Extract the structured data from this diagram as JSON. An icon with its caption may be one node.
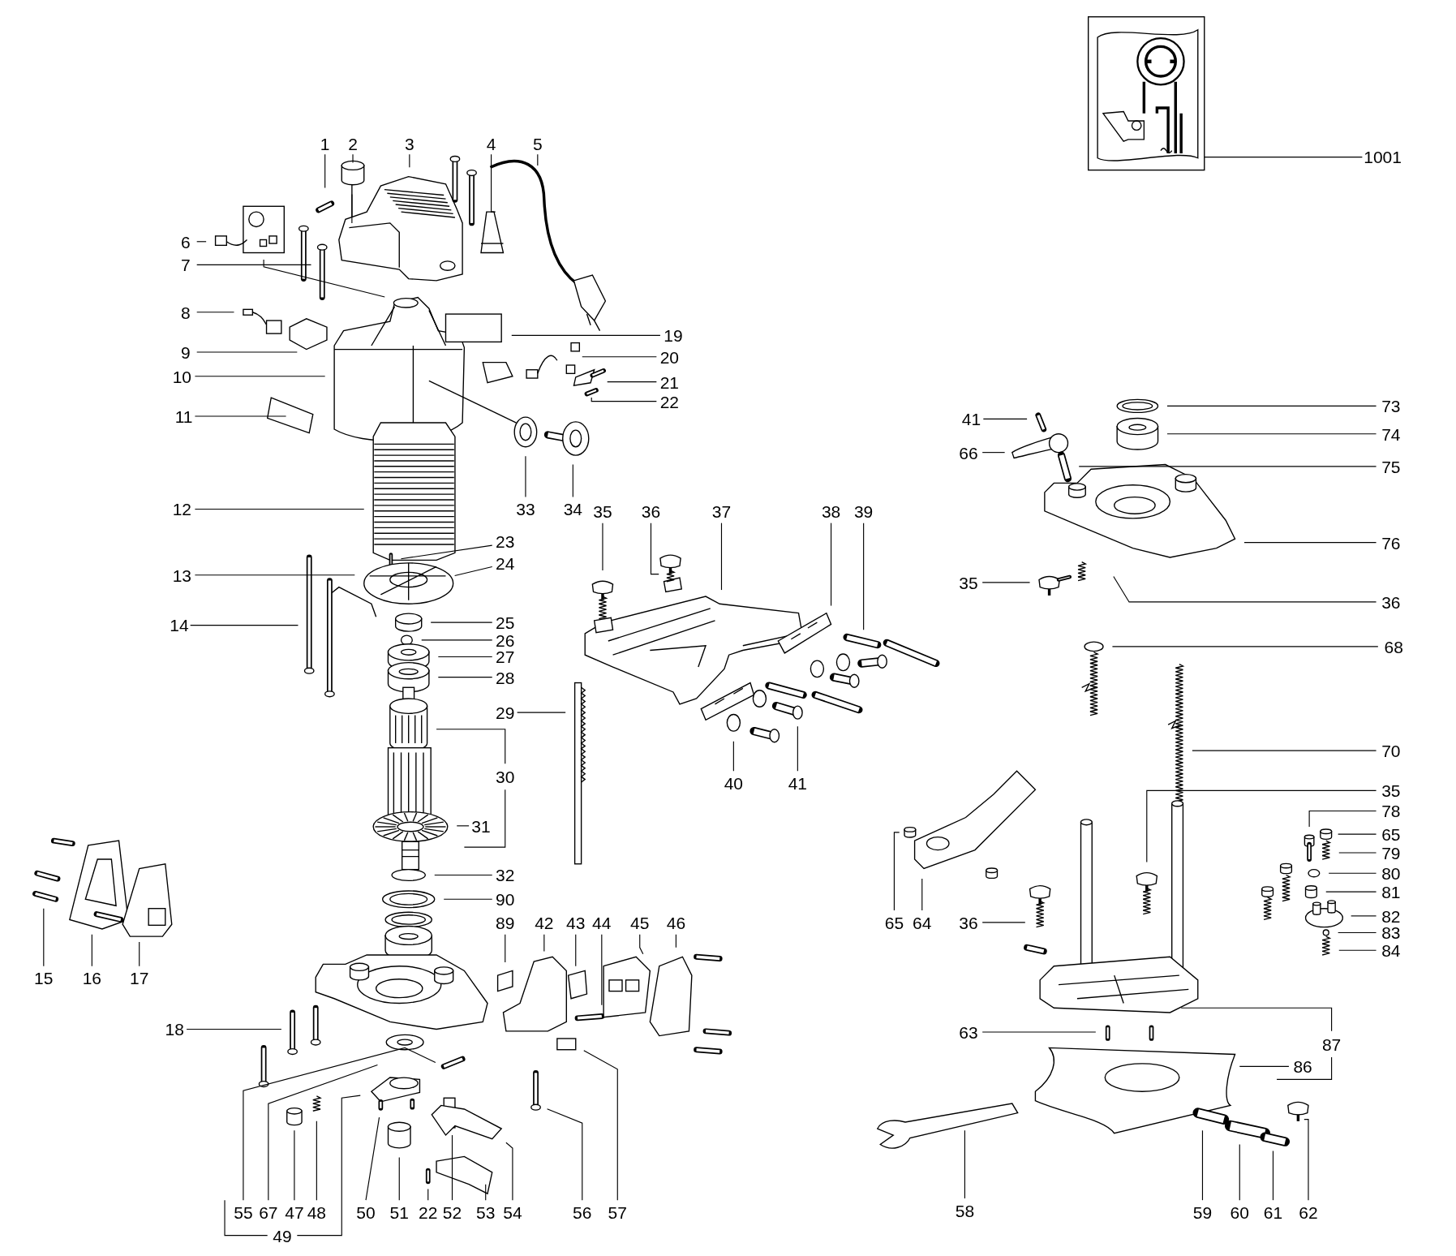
{
  "diagram": {
    "nodes": [
      {
        "text": [
          "1"
        ]
      },
      {
        "text": [
          "2"
        ]
      },
      {
        "text": [
          "3"
        ]
      },
      {
        "text": [
          "4"
        ]
      },
      {
        "text": [
          "5"
        ]
      },
      {
        "text": [
          "1001"
        ]
      },
      {
        "text": [
          "6"
        ]
      },
      {
        "text": [
          "7"
        ]
      },
      {
        "text": [
          "8"
        ]
      },
      {
        "text": [
          "9"
        ]
      },
      {
        "text": [
          "10"
        ]
      },
      {
        "text": [
          "11"
        ]
      },
      {
        "text": [
          "19"
        ]
      },
      {
        "text": [
          "20"
        ]
      },
      {
        "text": [
          "21"
        ]
      },
      {
        "text": [
          "22"
        ]
      },
      {
        "text": [
          "41"
        ]
      },
      {
        "text": [
          "73"
        ]
      },
      {
        "text": [
          "66"
        ]
      },
      {
        "text": [
          "74"
        ]
      },
      {
        "text": [
          "75"
        ]
      },
      {
        "text": [
          "12"
        ]
      },
      {
        "text": [
          "33"
        ]
      },
      {
        "text": [
          "34"
        ]
      },
      {
        "text": [
          "35"
        ]
      },
      {
        "text": [
          "36"
        ]
      },
      {
        "text": [
          "37"
        ]
      },
      {
        "text": [
          "38"
        ]
      },
      {
        "text": [
          "39"
        ]
      },
      {
        "text": [
          "76"
        ]
      },
      {
        "text": [
          "23"
        ]
      },
      {
        "text": [
          "24"
        ]
      },
      {
        "text": [
          "13"
        ]
      },
      {
        "text": [
          "35"
        ]
      },
      {
        "text": [
          "36"
        ]
      },
      {
        "text": [
          "14"
        ]
      },
      {
        "text": [
          "25"
        ]
      },
      {
        "text": [
          "26"
        ]
      },
      {
        "text": [
          "27"
        ]
      },
      {
        "text": [
          "28"
        ]
      },
      {
        "text": [
          "68"
        ]
      },
      {
        "text": [
          "29"
        ]
      },
      {
        "text": [
          "30"
        ]
      },
      {
        "text": [
          "70"
        ]
      },
      {
        "text": [
          "40"
        ]
      },
      {
        "text": [
          "41"
        ]
      },
      {
        "text": [
          "35"
        ]
      },
      {
        "text": [
          "78"
        ]
      },
      {
        "text": [
          "31"
        ]
      },
      {
        "text": [
          "65"
        ]
      },
      {
        "text": [
          "79"
        ]
      },
      {
        "text": [
          "80"
        ]
      },
      {
        "text": [
          "81"
        ]
      },
      {
        "text": [
          "82"
        ]
      },
      {
        "text": [
          "83"
        ]
      },
      {
        "text": [
          "84"
        ]
      },
      {
        "text": [
          "32"
        ]
      },
      {
        "text": [
          "90"
        ]
      },
      {
        "text": [
          "89"
        ]
      },
      {
        "text": [
          "42"
        ]
      },
      {
        "text": [
          "43"
        ]
      },
      {
        "text": [
          "44"
        ]
      },
      {
        "text": [
          "45"
        ]
      },
      {
        "text": [
          "46"
        ]
      },
      {
        "text": [
          "65"
        ]
      },
      {
        "text": [
          "64"
        ]
      },
      {
        "text": [
          "36"
        ]
      },
      {
        "text": [
          "15"
        ]
      },
      {
        "text": [
          "16"
        ]
      },
      {
        "text": [
          "17"
        ]
      },
      {
        "text": [
          "18"
        ]
      },
      {
        "text": [
          "63"
        ]
      },
      {
        "text": [
          "87"
        ]
      },
      {
        "text": [
          "86"
        ]
      },
      {
        "text": [
          "55"
        ]
      },
      {
        "text": [
          "67"
        ]
      },
      {
        "text": [
          "47"
        ]
      },
      {
        "text": [
          "48"
        ]
      },
      {
        "text": [
          "50"
        ]
      },
      {
        "text": [
          "51"
        ]
      },
      {
        "text": [
          "22"
        ]
      },
      {
        "text": [
          "52"
        ]
      },
      {
        "text": [
          "53"
        ]
      },
      {
        "text": [
          "54"
        ]
      },
      {
        "text": [
          "56"
        ]
      },
      {
        "text": [
          "57"
        ]
      },
      {
        "text": [
          "58"
        ]
      },
      {
        "text": [
          "59"
        ]
      },
      {
        "text": [
          "60"
        ]
      },
      {
        "text": [
          "61"
        ]
      },
      {
        "text": [
          "62"
        ]
      },
      {
        "text": [
          "49"
        ]
      },
      {
        "text": [],
        "shape": "picture"
      }
    ],
    "edges": [
      {
        "from": 0,
        "to": null,
        "arrow": "none"
      },
      {
        "from": 1,
        "to": null,
        "arrow": "none"
      },
      {
        "from": 2,
        "to": null,
        "arrow": "none"
      },
      {
        "from": 3,
        "to": null,
        "arrow": "none"
      },
      {
        "from": 4,
        "to": null,
        "arrow": "none"
      },
      {
        "from": 5,
        "to": 92,
        "arrow": "none"
      },
      {
        "from": 6,
        "to": null,
        "arrow": "none"
      },
      {
        "from": 7,
        "to": null,
        "arrow": "none"
      },
      {
        "from": 8,
        "to": null,
        "arrow": "none"
      },
      {
        "from": 9,
        "to": null,
        "arrow": "none"
      },
      {
        "from": 10,
        "to": null,
        "arrow": "none"
      },
      {
        "from": 11,
        "to": null,
        "arrow": "none"
      },
      {
        "from": 12,
        "to": null,
        "arrow": "none"
      },
      {
        "from": 13,
        "to": null,
        "arrow": "none"
      },
      {
        "from": 14,
        "to": null,
        "arrow": "none"
      },
      {
        "from": 15,
        "to": null,
        "arrow": "none"
      },
      {
        "from": 16,
        "to": null,
        "arrow": "none"
      },
      {
        "from": 17,
        "to": null,
        "arrow": "none"
      },
      {
        "from": 18,
        "to": null,
        "arrow": "none"
      },
      {
        "from": 19,
        "to": null,
        "arrow": "none"
      },
      {
        "from": 20,
        "to": null,
        "arrow": "none"
      },
      {
        "from": 21,
        "to": null,
        "arrow": "none"
      },
      {
        "from": 22,
        "to": null,
        "arrow": "none"
      },
      {
        "from": 23,
        "to": null,
        "arrow": "none"
      },
      {
        "from": 24,
        "to": null,
        "arrow": "none"
      },
      {
        "from": 25,
        "to": null,
        "arrow": "none"
      },
      {
        "from": 26,
        "to": null,
        "arrow": "none"
      },
      {
        "from": 27,
        "to": null,
        "arrow": "none"
      },
      {
        "from": 28,
        "to": null,
        "arrow": "none"
      },
      {
        "from": 29,
        "to": null,
        "arrow": "none"
      },
      {
        "from": 30,
        "to": null,
        "arrow": "none"
      },
      {
        "from": 31,
        "to": null,
        "arrow": "none"
      },
      {
        "from": 32,
        "to": null,
        "arrow": "none"
      },
      {
        "from": 33,
        "to": null,
        "arrow": "none"
      },
      {
        "from": 34,
        "to": null,
        "arrow": "none"
      },
      {
        "from": 35,
        "to": null,
        "arrow": "none"
      },
      {
        "from": 36,
        "to": null,
        "arrow": "none"
      },
      {
        "from": 37,
        "to": null,
        "arrow": "none"
      },
      {
        "from": 38,
        "to": null,
        "arrow": "none"
      },
      {
        "from": 39,
        "to": null,
        "arrow": "none"
      },
      {
        "from": 40,
        "to": null,
        "arrow": "none"
      },
      {
        "from": 41,
        "to": null,
        "arrow": "none"
      },
      {
        "from": 42,
        "to": null,
        "arrow": "none"
      },
      {
        "from": 43,
        "to": null,
        "arrow": "none"
      },
      {
        "from": 44,
        "to": null,
        "arrow": "none"
      },
      {
        "from": 45,
        "to": null,
        "arrow": "none"
      },
      {
        "from": 46,
        "to": null,
        "arrow": "none"
      },
      {
        "from": 47,
        "to": null,
        "arrow": "none"
      },
      {
        "from": 48,
        "to": null,
        "arrow": "none"
      },
      {
        "from": 49,
        "to": null,
        "arrow": "none"
      },
      {
        "from": 50,
        "to": null,
        "arrow": "none"
      },
      {
        "from": 51,
        "to": null,
        "arrow": "none"
      },
      {
        "from": 52,
        "to": null,
        "arrow": "none"
      },
      {
        "from": 53,
        "to": null,
        "arrow": "none"
      },
      {
        "from": 54,
        "to": null,
        "arrow": "none"
      },
      {
        "from": 55,
        "to": null,
        "arrow": "none"
      },
      {
        "from": 56,
        "to": null,
        "arrow": "none"
      },
      {
        "from": 57,
        "to": null,
        "arrow": "none"
      },
      {
        "from": 58,
        "to": null,
        "arrow": "none"
      },
      {
        "from": 59,
        "to": null,
        "arrow": "none"
      },
      {
        "from": 60,
        "to": null,
        "arrow": "none"
      },
      {
        "from": 61,
        "to": null,
        "arrow": "none"
      },
      {
        "from": 62,
        "to": null,
        "arrow": "none"
      },
      {
        "from": 63,
        "to": null,
        "arrow": "none"
      },
      {
        "from": 64,
        "to": null,
        "arrow": "none"
      },
      {
        "from": 65,
        "to": null,
        "arrow": "none"
      },
      {
        "from": 66,
        "to": null,
        "arrow": "none"
      },
      {
        "from": 67,
        "to": null,
        "arrow": "none"
      },
      {
        "from": 68,
        "to": null,
        "arrow": "none"
      },
      {
        "from": 69,
        "to": null,
        "arrow": "none"
      },
      {
        "from": 70,
        "to": null,
        "arrow": "none"
      },
      {
        "from": 71,
        "to": null,
        "arrow": "none"
      },
      {
        "from": 72,
        "to": null,
        "arrow": "none"
      },
      {
        "from": 73,
        "to": null,
        "arrow": "none"
      },
      {
        "from": 74,
        "to": null,
        "arrow": "none"
      },
      {
        "from": 75,
        "to": null,
        "arrow": "none"
      },
      {
        "from": 76,
        "to": null,
        "arrow": "none"
      },
      {
        "from": 77,
        "to": null,
        "arrow": "none"
      },
      {
        "from": 78,
        "to": null,
        "arrow": "none"
      },
      {
        "from": 79,
        "to": null,
        "arrow": "none"
      },
      {
        "from": 80,
        "to": null,
        "arrow": "none"
      },
      {
        "from": 81,
        "to": null,
        "arrow": "none"
      },
      {
        "from": 82,
        "to": null,
        "arrow": "none"
      },
      {
        "from": 83,
        "to": null,
        "arrow": "none"
      },
      {
        "from": 84,
        "to": null,
        "arrow": "none"
      },
      {
        "from": 85,
        "to": null,
        "arrow": "none"
      },
      {
        "from": 86,
        "to": null,
        "arrow": "none"
      },
      {
        "from": 87,
        "to": null,
        "arrow": "none"
      },
      {
        "from": 88,
        "to": null,
        "arrow": "none"
      },
      {
        "from": 89,
        "to": null,
        "arrow": "none"
      },
      {
        "from": 90,
        "to": null,
        "arrow": "none"
      },
      {
        "from": 91,
        "to": null,
        "arrow": "none"
      }
    ]
  }
}
